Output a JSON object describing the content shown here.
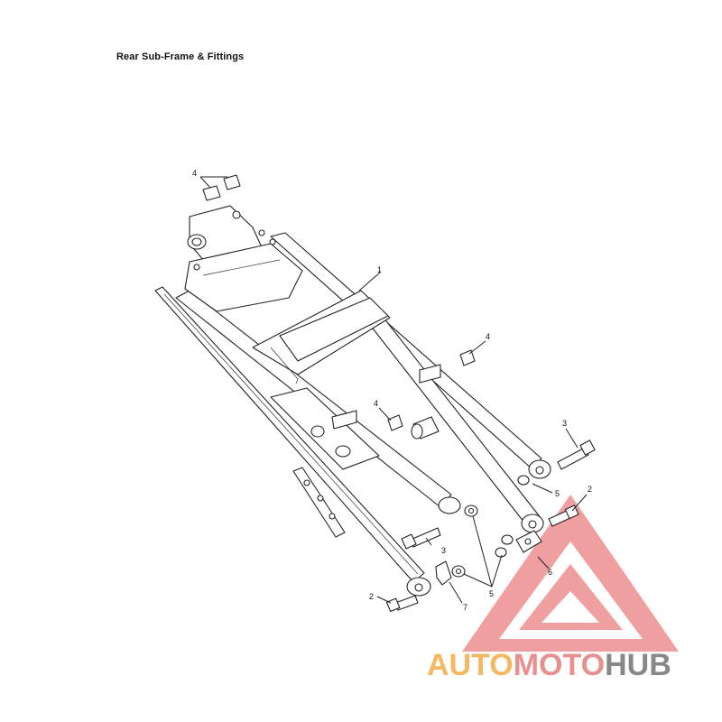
{
  "title": "Rear Sub-Frame & Fittings",
  "callouts": {
    "c1": "1",
    "c2a": "2",
    "c2b": "2",
    "c3a": "3",
    "c3b": "3",
    "c4a": "4",
    "c4b": "4",
    "c4c": "4",
    "c5a": "5",
    "c5b": "5",
    "c6": "6",
    "c7": "7"
  },
  "watermark": {
    "part1": "AUTOMOTO",
    "part2": "HUB",
    "color1": "#f4b860",
    "color2": "#e88f8f",
    "color3": "#888888",
    "logo_color": "#e87070"
  }
}
